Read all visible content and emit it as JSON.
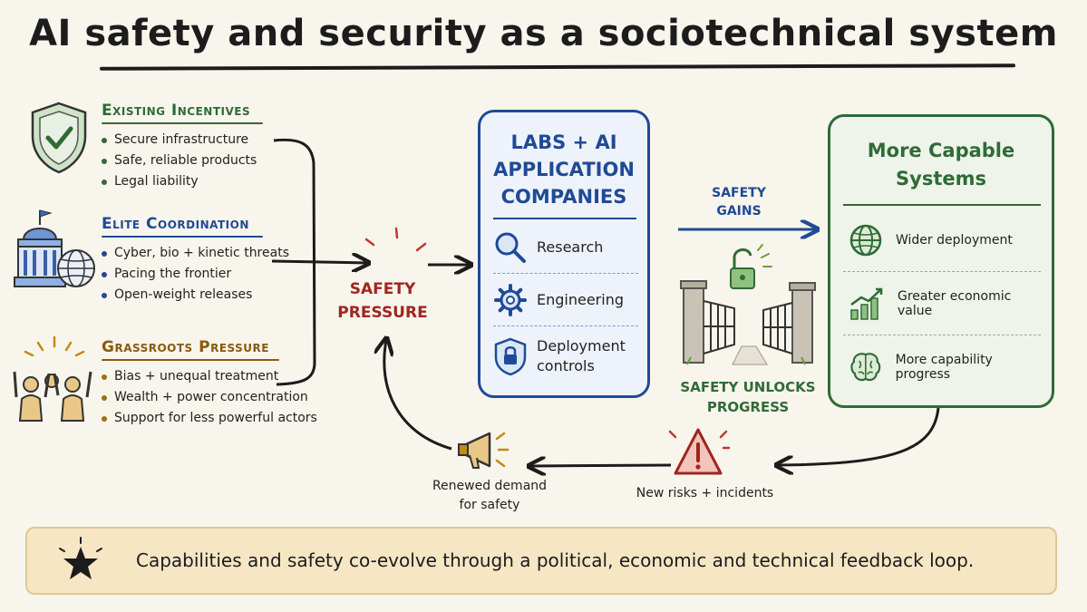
{
  "title": "AI safety and security as a sociotechnical system",
  "groups": {
    "existing": {
      "heading": "Existing Incentives",
      "items": [
        "Secure infrastructure",
        "Safe, reliable products",
        "Legal liability"
      ]
    },
    "elite": {
      "heading": "Elite Coordination",
      "items": [
        "Cyber, bio + kinetic threats",
        "Pacing the frontier",
        "Open-weight releases"
      ]
    },
    "grassroots": {
      "heading": "Grassroots Pressure",
      "items": [
        "Bias + unequal treatment",
        "Wealth + power concentration",
        "Support for less powerful actors"
      ]
    }
  },
  "safety_pressure": "SAFETY PRESSURE",
  "labs": {
    "title": "LABS + AI APPLICATION COMPANIES",
    "items": [
      "Research",
      "Engineering",
      "Deployment controls"
    ]
  },
  "safety_gains": "SAFETY GAINS",
  "safety_unlocks": "SAFETY UNLOCKS PROGRESS",
  "capable": {
    "title": "More Capable Systems",
    "items": [
      "Wider deployment",
      "Greater economic value",
      "More capability progress"
    ]
  },
  "new_risks": "New risks + incidents",
  "renewed_demand": "Renewed demand for safety",
  "banner": "Capabilities and safety co-evolve through a political, economic and technical feedback loop.",
  "colors": {
    "green": "#2f6b36",
    "blue": "#1f4a96",
    "gold": "#8a5a0e",
    "red": "#a0251f",
    "banner": "#f6e6c4"
  }
}
